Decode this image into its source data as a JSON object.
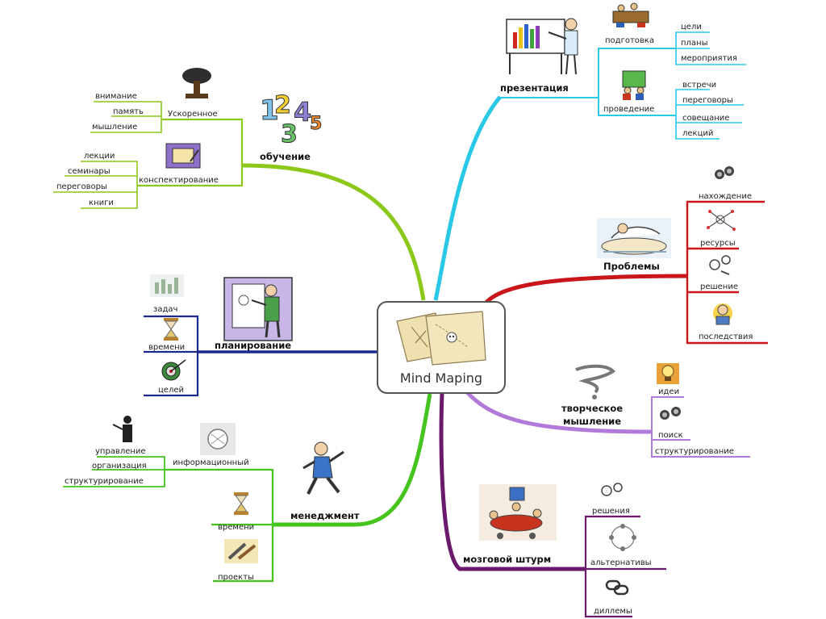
{
  "center": {
    "title": "Mind Maping"
  },
  "colors": {
    "cyan": "#29c8e6",
    "red": "#c8161b",
    "purple": "#b27ad8",
    "violet": "#6a1a6a",
    "green": "#45c41e",
    "navy": "#1b2a8f",
    "yellow_green": "#8cc81a"
  },
  "branches": {
    "presentation": {
      "title": "презентация",
      "sub1": {
        "label": "подготовка",
        "leaves": [
          "цели",
          "планы",
          "мероприятия"
        ]
      },
      "sub2": {
        "label": "проведение",
        "leaves": [
          "встречи",
          "переговоры",
          "совещание",
          "лекций"
        ]
      }
    },
    "problems": {
      "title": "Проблемы",
      "leaves": [
        "нахождение",
        "ресурсы",
        "решение",
        "последствия"
      ]
    },
    "creative": {
      "title_line1": "творческое",
      "title_line2": "мышление",
      "leaves": [
        "идеи",
        "поиск",
        "структурирование"
      ]
    },
    "brainstorm": {
      "title": "мозговой штурм",
      "leaves": [
        "решения",
        "альтернативы",
        "диллемы"
      ]
    },
    "management": {
      "title": "менеджмент",
      "sub1": {
        "label": "информационный",
        "leaves": [
          "управление",
          "организация",
          "структурирование"
        ]
      },
      "sub2": "времени",
      "sub3": "проекты"
    },
    "planning": {
      "title": "планирование",
      "leaves": [
        "задач",
        "времени",
        "целей"
      ]
    },
    "learning": {
      "title": "обучение",
      "sub1": {
        "label": "Ускоренное",
        "leaves": [
          "внимание",
          "память",
          "мышление"
        ]
      },
      "sub2": {
        "label": "конспектирование",
        "leaves": [
          "лекции",
          "семинары",
          "переговоры",
          "книги"
        ]
      }
    }
  }
}
